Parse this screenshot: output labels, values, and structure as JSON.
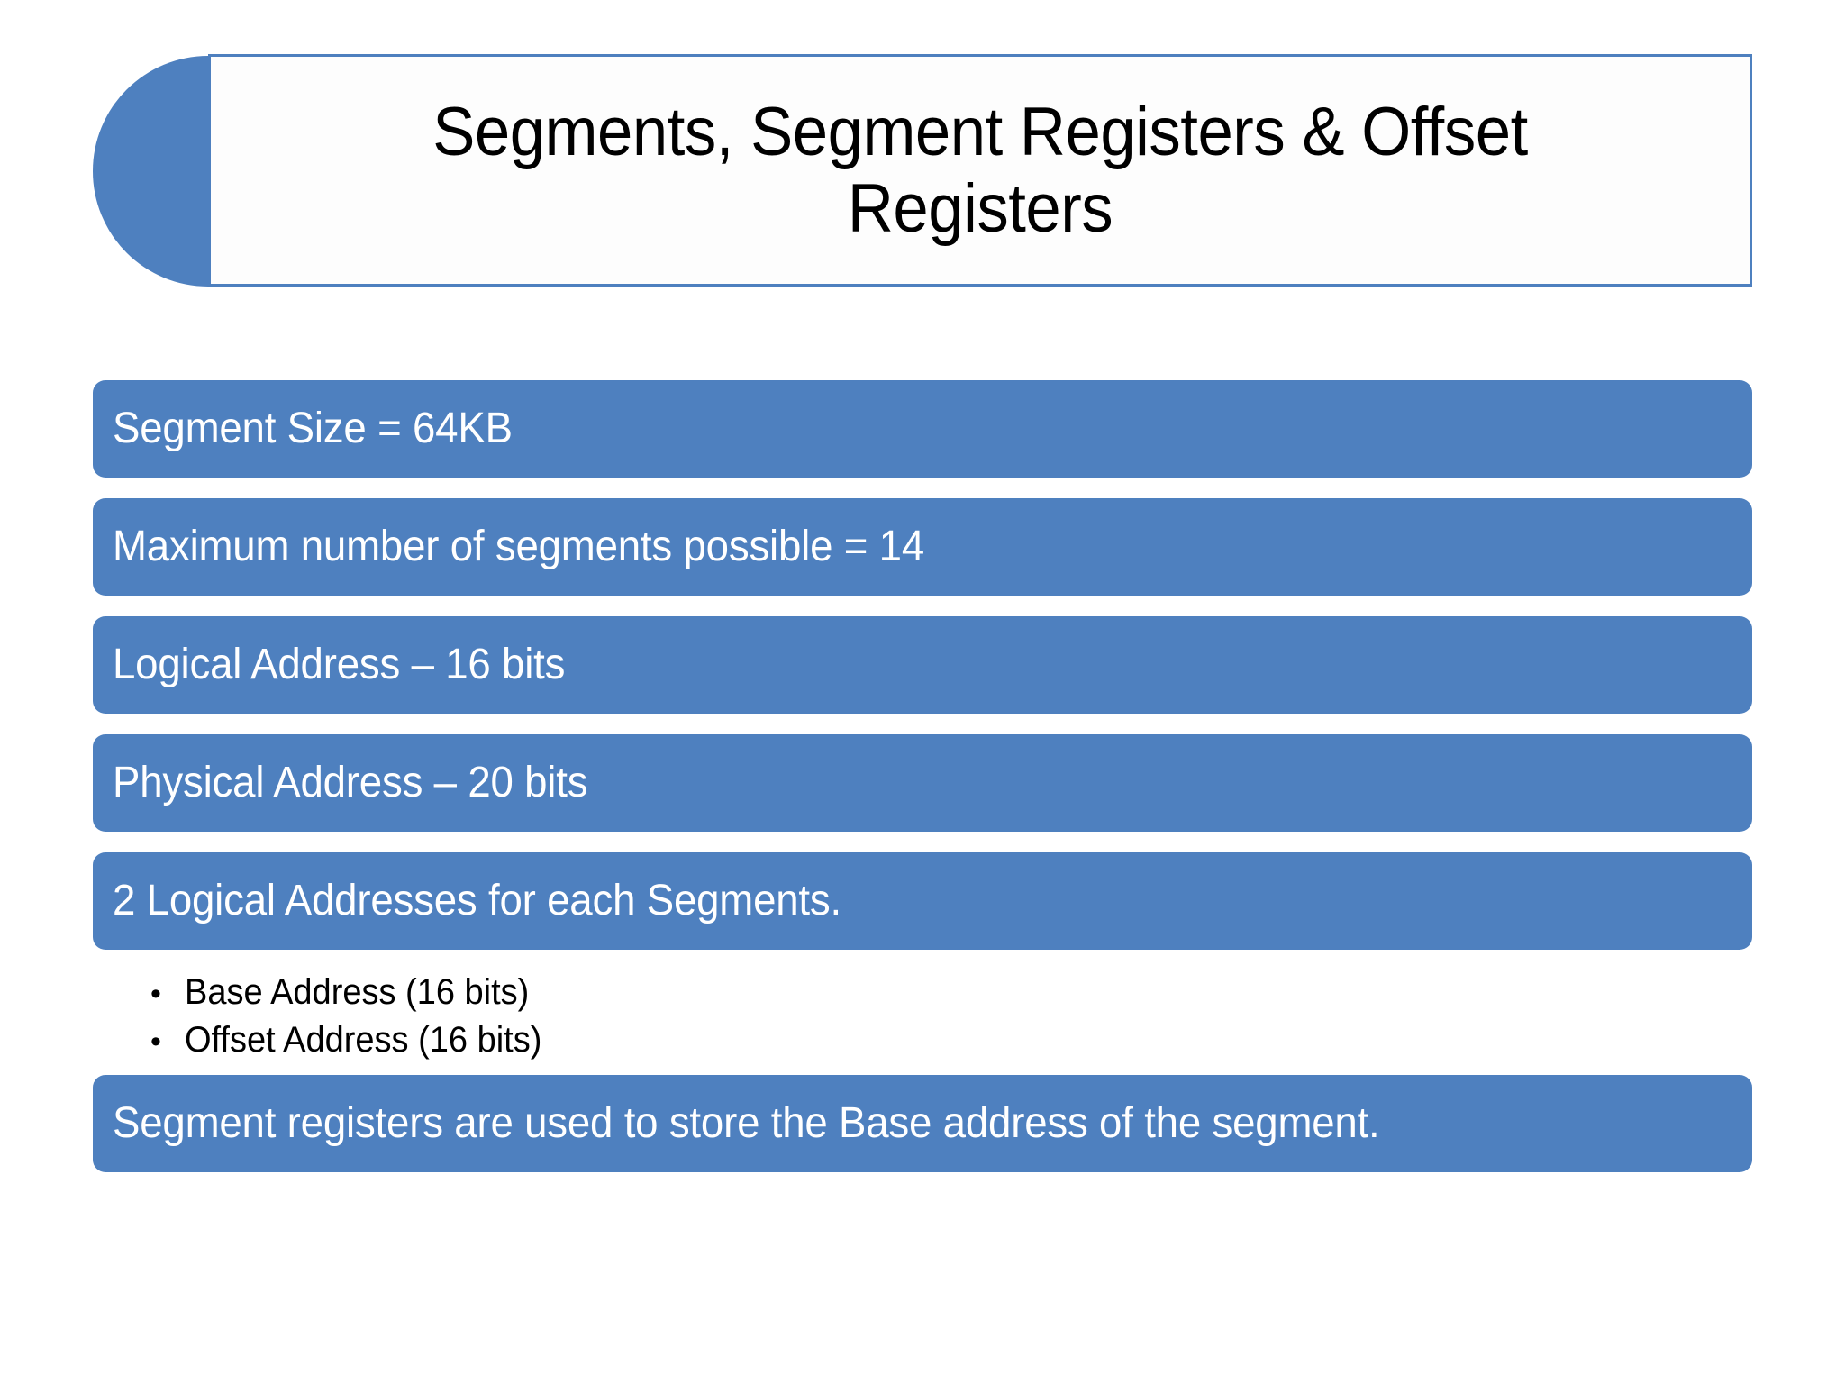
{
  "slide": {
    "title": "Segments, Segment Registers & Offset Registers",
    "accent_color": "#4E80BF",
    "background_color": "#FFFFFF",
    "title_text_color": "#000000",
    "bar_text_color": "#FFFFFF",
    "bullet_text_color": "#000000",
    "shapes": {
      "left_circle": "half-circle-decoration",
      "title_box_border": "#4E80BF"
    }
  },
  "bars": [
    {
      "text": "Segment Size = 64KB"
    },
    {
      "text": "Maximum number of segments possible = 14"
    },
    {
      "text": "Logical Address – 16 bits"
    },
    {
      "text": "Physical Address – 20 bits"
    },
    {
      "text": "2 Logical Addresses for each Segments."
    }
  ],
  "bullets": [
    {
      "marker": "•",
      "text": "Base Address (16 bits)"
    },
    {
      "marker": "•",
      "text": "Offset Address (16 bits)"
    }
  ],
  "final_bar": {
    "text": "Segment registers are used to store the Base address of the segment."
  }
}
